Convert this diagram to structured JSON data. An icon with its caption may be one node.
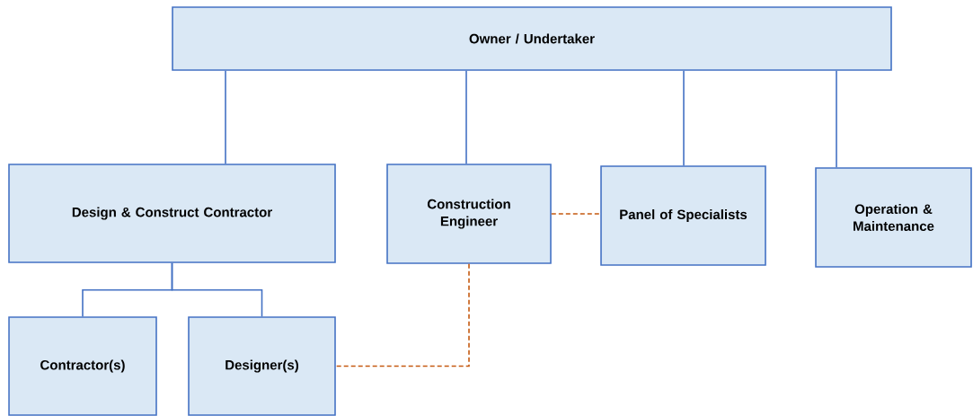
{
  "diagram": {
    "nodes": [
      {
        "text": [
          "Owner / Undertaker"
        ]
      },
      {
        "text": [
          "Design & Construct Contractor"
        ]
      },
      {
        "text": [
          "Construction Engineer"
        ]
      },
      {
        "text": [
          "Panel of Specialists"
        ]
      },
      {
        "text": [
          "Operation & Maintenance"
        ]
      },
      {
        "text": [
          "Contractor(s)"
        ]
      },
      {
        "text": [
          "Designer(s)"
        ]
      }
    ],
    "edges": [
      {
        "from": 0,
        "to": 1,
        "arrow": "none"
      },
      {
        "from": 0,
        "to": 2,
        "arrow": "none"
      },
      {
        "from": 0,
        "to": 3,
        "arrow": "none"
      },
      {
        "from": 0,
        "to": 4,
        "arrow": "none"
      },
      {
        "from": 1,
        "to": 5,
        "arrow": "none"
      },
      {
        "from": 1,
        "to": 6,
        "arrow": "none"
      },
      {
        "from": 2,
        "to": 3,
        "arrow": "none",
        "style": "dashed",
        "color": "#c55a11"
      },
      {
        "from": 2,
        "to": 6,
        "arrow": "none",
        "style": "dashed",
        "color": "#c55a11"
      }
    ]
  }
}
